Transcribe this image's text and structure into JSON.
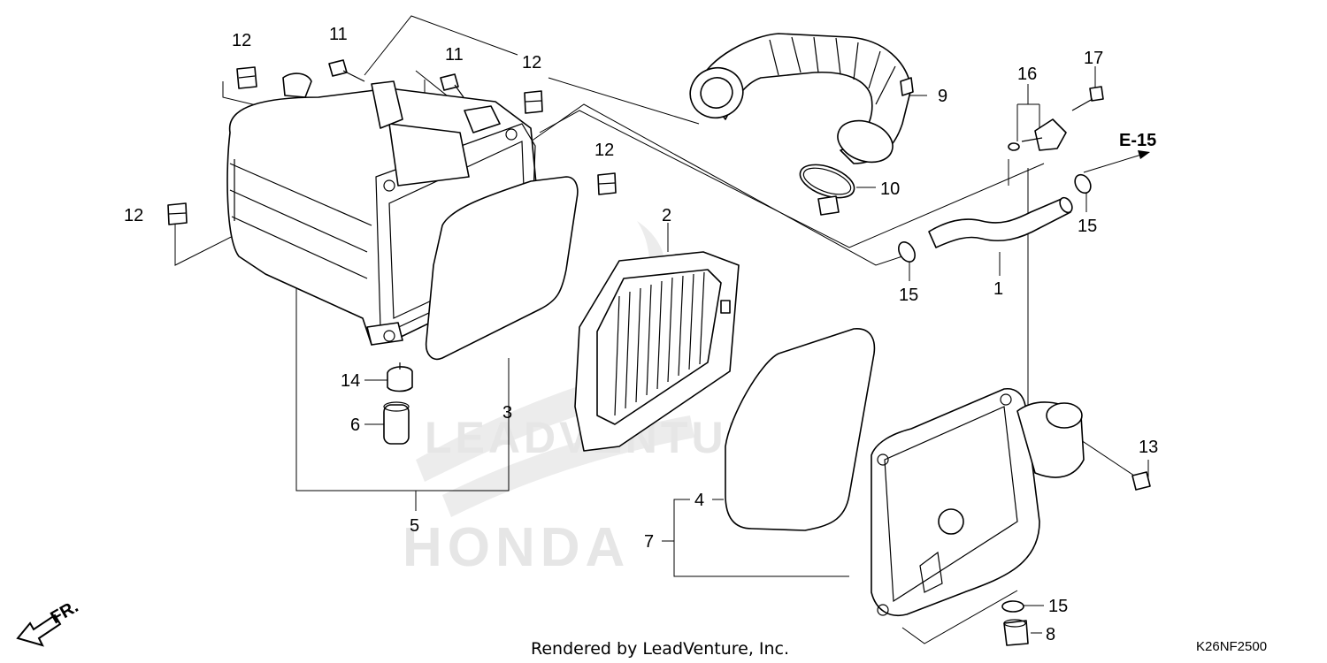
{
  "callouts": {
    "c12a": "12",
    "c11a": "11",
    "c11b": "11",
    "c12b": "12",
    "c12c": "12",
    "c12d": "12",
    "c9": "9",
    "c16": "16",
    "c17": "17",
    "c10": "10",
    "c2": "2",
    "c15a": "15",
    "c15b": "15",
    "c1": "1",
    "c14": "14",
    "c3": "3",
    "c6": "6",
    "c5": "5",
    "c4": "4",
    "c7": "7",
    "c13": "13",
    "c15c": "15",
    "c8": "8"
  },
  "reference": "E-15",
  "direction_label": "FR.",
  "watermark": {
    "brand": "LEADVENTURE",
    "maker": "HONDA"
  },
  "footer": {
    "rendered_by": "Rendered by LeadVenture, Inc.",
    "diagram_code": "K26NF2500"
  },
  "colors": {
    "line": "#000000",
    "background": "#ffffff",
    "watermark": "#e6e6e6"
  }
}
